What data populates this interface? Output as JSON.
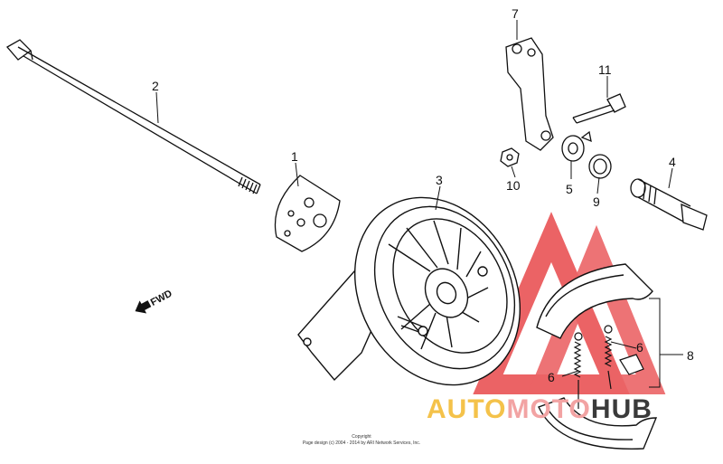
{
  "diagram": {
    "callouts": [
      {
        "id": "part-1",
        "label": "1"
      },
      {
        "id": "part-2",
        "label": "2"
      },
      {
        "id": "part-3",
        "label": "3"
      },
      {
        "id": "part-4",
        "label": "4"
      },
      {
        "id": "part-5",
        "label": "5"
      },
      {
        "id": "part-6a",
        "label": "6"
      },
      {
        "id": "part-6b",
        "label": "6"
      },
      {
        "id": "part-7",
        "label": "7"
      },
      {
        "id": "part-8",
        "label": "8"
      },
      {
        "id": "part-9",
        "label": "9"
      },
      {
        "id": "part-10",
        "label": "10"
      },
      {
        "id": "part-11",
        "label": "11"
      }
    ],
    "direction_label": "FWD",
    "copyright_line1": "Copyright",
    "copyright_line2": "Page design (c) 2004 - 2014 by ARI Network Services, Inc.",
    "watermark": {
      "word_part1": "AUTO",
      "word_part2": "MOTO",
      "word_part3": "HUB",
      "color_part1": "#f4c24a",
      "color_part2": "#f2a3a3",
      "color_part3": "#3a3a3a",
      "triangle_color": "#e8484b"
    }
  }
}
